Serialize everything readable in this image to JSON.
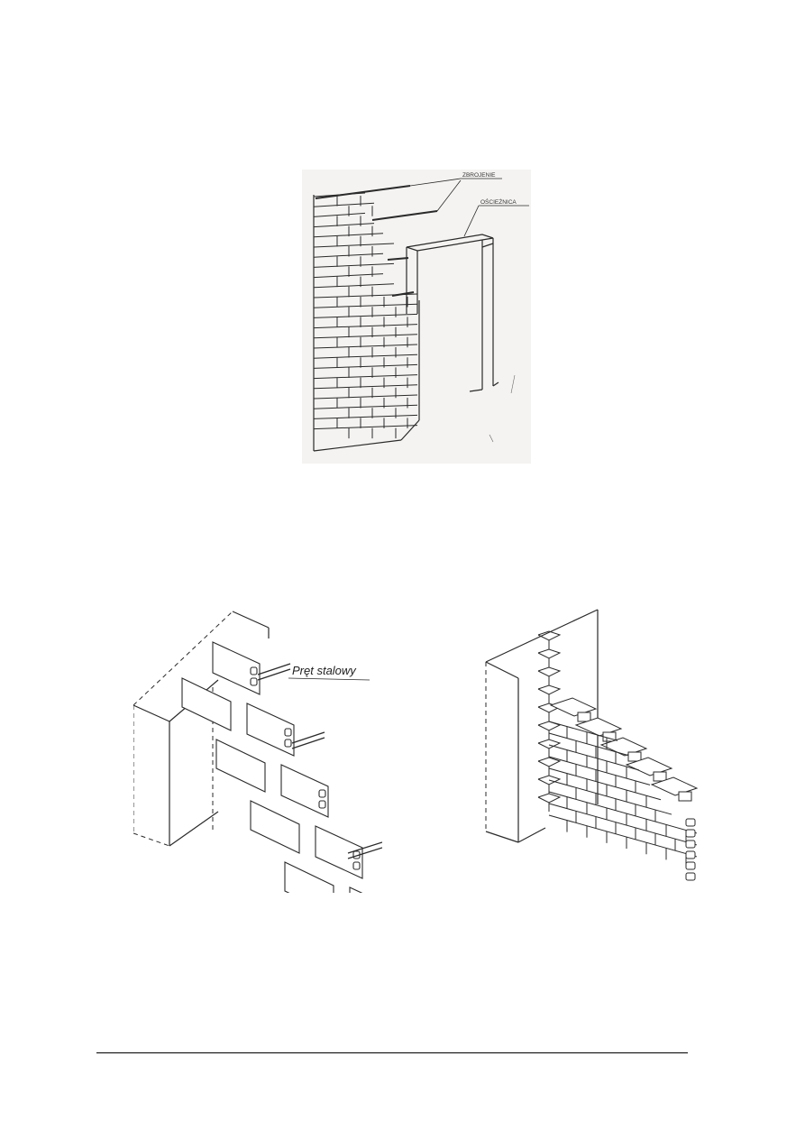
{
  "figures": {
    "wall_with_door_frame": {
      "label_reinforcement": "ZBROJENIE",
      "label_door_frame": "OŚCIEŻNICA"
    },
    "block_wall_junction": {
      "label_steel_bar": "Pręt stalowy"
    },
    "brick_wall_junction": {}
  },
  "colors": {
    "line": "#2a2a2a",
    "paper": "#f4f3f1"
  }
}
